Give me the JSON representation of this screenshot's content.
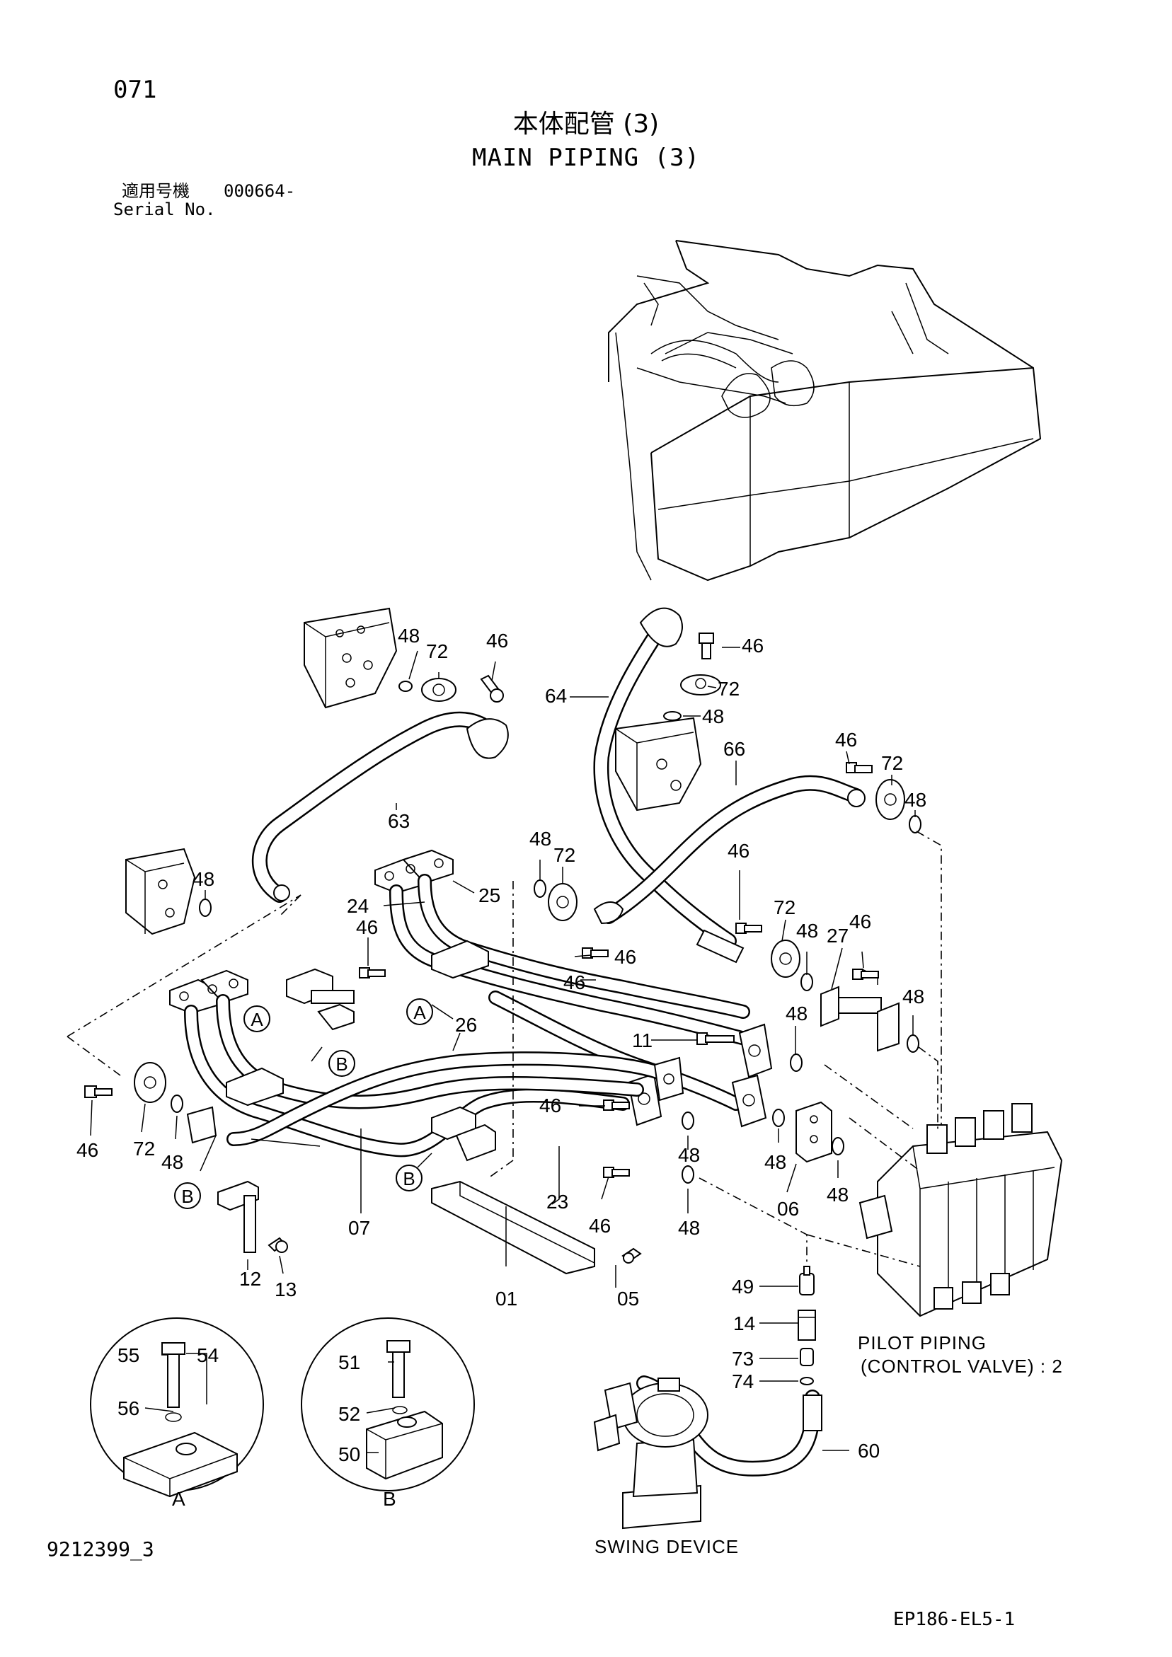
{
  "header": {
    "page_number": "071",
    "title_jp": "本体配管 (3)",
    "title_en": "MAIN PIPING (3)",
    "serial_label_jp": "適用号機",
    "serial_value": "000664-",
    "serial_label_en": "Serial No."
  },
  "footer": {
    "doc_number": "9212399_3",
    "figure_code": "EP186-EL5-1"
  },
  "captions": {
    "pilot_piping_line1": "PILOT PIPING",
    "pilot_piping_line2": "(CONTROL VALVE) : 2",
    "swing_device": "SWING DEVICE",
    "detail_a": "A",
    "detail_b": "B"
  },
  "callouts": {
    "A": "A",
    "B": "B"
  },
  "part_labels": {
    "p01": "01",
    "p05": "05",
    "p06": "06",
    "p07": "07",
    "p11": "11",
    "p12": "12",
    "p13": "13",
    "p14": "14",
    "p23": "23",
    "p24": "24",
    "p25": "25",
    "p26": "26",
    "p27": "27",
    "p46": "46",
    "p48": "48",
    "p49": "49",
    "p50": "50",
    "p51": "51",
    "p52": "52",
    "p54": "54",
    "p55": "55",
    "p56": "56",
    "p60": "60",
    "p63": "63",
    "p64": "64",
    "p66": "66",
    "p72": "72",
    "p73": "73",
    "p74": "74"
  }
}
